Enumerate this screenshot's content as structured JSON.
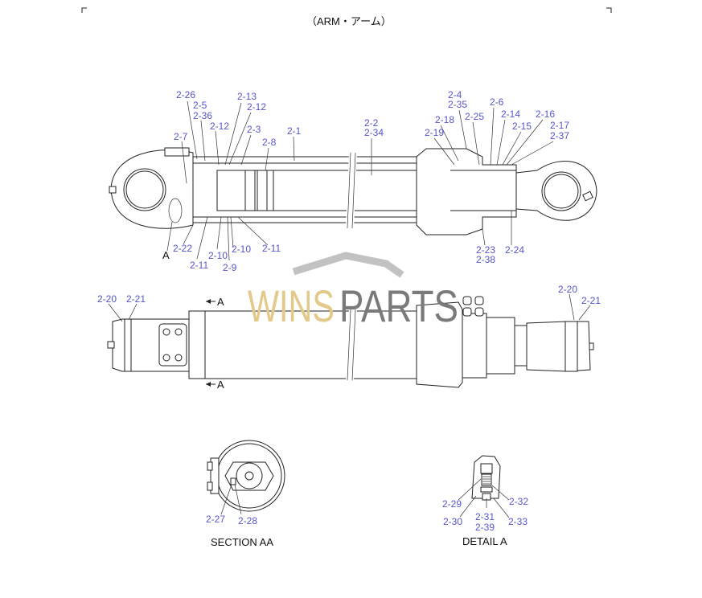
{
  "title": "（ARM・アーム）",
  "watermark": {
    "part1": "WINS",
    "part2": "PARTS"
  },
  "top_view": {
    "callouts": [
      "2-26",
      "2-5",
      "2-36",
      "2-13",
      "2-12",
      "2-12",
      "2-7",
      "2-3",
      "2-1",
      "2-8",
      "2-2",
      "2-34",
      "2-4",
      "2-35",
      "2-6",
      "2-14",
      "2-16",
      "2-15",
      "2-17",
      "2-37",
      "2-18",
      "2-25",
      "2-19",
      "2-22",
      "A",
      "2-11",
      "2-10",
      "2-10",
      "2-9",
      "2-11",
      "2-23",
      "2-38",
      "2-24"
    ]
  },
  "side_view": {
    "callouts": [
      "2-20",
      "2-21",
      "A",
      "A",
      "2-20",
      "2-21"
    ]
  },
  "section_aa": {
    "callouts": [
      "2-27",
      "2-28"
    ],
    "caption": "SECTION AA"
  },
  "detail_a": {
    "callouts": [
      "2-29",
      "2-30",
      "2-31",
      "2-39",
      "2-32",
      "2-33"
    ],
    "caption": "DETAIL A"
  },
  "colors": {
    "callout": "#5555cc",
    "line": "#222222",
    "watermark_gold": "#e3c98a",
    "watermark_gray": "#7a7a7a"
  }
}
